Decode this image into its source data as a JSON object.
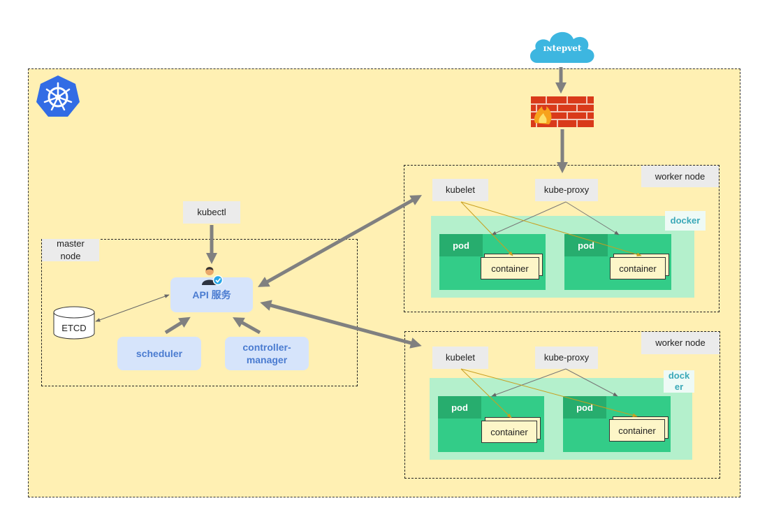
{
  "cloud": {
    "label": "ɪɴtepᴠet"
  },
  "cluster": {
    "logo_icon": "kubernetes-helm-icon",
    "firewall_icon": "firewall-icon"
  },
  "master": {
    "label": "master node",
    "label_line1": "master",
    "label_line2": "node",
    "kubectl": "kubectl",
    "api": "API 服务",
    "etcd": "ETCD",
    "scheduler": "scheduler",
    "controller_line1": "controller-",
    "controller_line2": "manager"
  },
  "workers": [
    {
      "label": "worker node",
      "kubelet": "kubelet",
      "kube_proxy": "kube-proxy",
      "docker": "docker",
      "pods": [
        {
          "label": "pod",
          "container": "container"
        },
        {
          "label": "pod",
          "container": "container"
        }
      ]
    },
    {
      "label": "worker node",
      "kubelet": "kubelet",
      "kube_proxy": "kube-proxy",
      "docker_line1": "dock",
      "docker_line2": "er",
      "pods": [
        {
          "label": "pod",
          "container": "container"
        },
        {
          "label": "pod",
          "container": "container"
        }
      ]
    }
  ],
  "colors": {
    "cluster_bg": "#fff0b3",
    "docker_bg": "#b4f0cc",
    "pod": "#33cc88",
    "pod_header": "#27ad6e",
    "container": "#fdf6c8",
    "api_box": "#d6e4fb",
    "arrow": "#808080",
    "cloud": "#3db6e0",
    "k8s_blue": "#326ce5"
  }
}
